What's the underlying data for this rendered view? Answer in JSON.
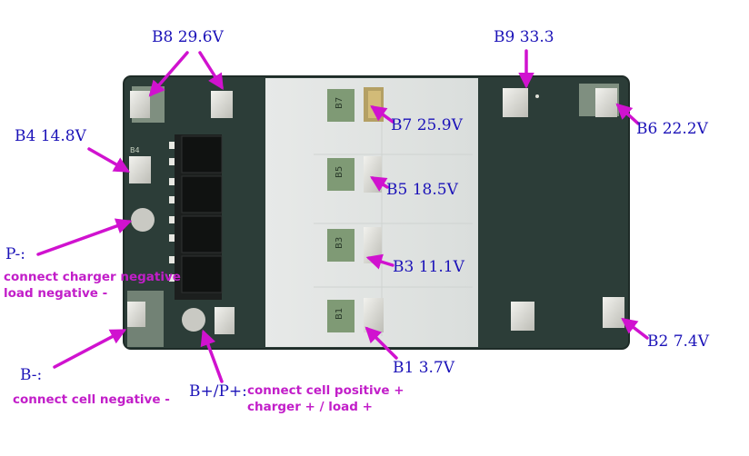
{
  "colors": {
    "board": "#2c3d38",
    "board_edge": "#1e2b27",
    "strip": "#e3e6e4",
    "pad": "#d7d7d2",
    "pad_mask": "#b8c7b1",
    "arrow": "#d012cf",
    "label": "#1b12b8",
    "note": "#c21ec9"
  },
  "labels": {
    "b8": "B8  29.6V",
    "b9": "B9  33.3",
    "b4": "B4  14.8V",
    "b6": "B6  22.2V",
    "b7": "B7  25.9V",
    "b5": "B5  18.5V",
    "b3": "B3  11.1V",
    "b2": "B2  7.4V",
    "b1": "B1  3.7V",
    "p_minus": "P-:",
    "b_minus": "B-:",
    "b_plus": "B+/P+:"
  },
  "notes": {
    "p_minus_line1": "connect charger negative",
    "p_minus_line2": "load negative -",
    "b_minus": "connect cell negative -",
    "b_plus_line1": "connect cell positive +",
    "b_plus_line2": "charger + / load +"
  },
  "silk": {
    "b7": "B7",
    "b5": "B5",
    "b3": "B3",
    "b1": "B1",
    "b4": "B4"
  }
}
